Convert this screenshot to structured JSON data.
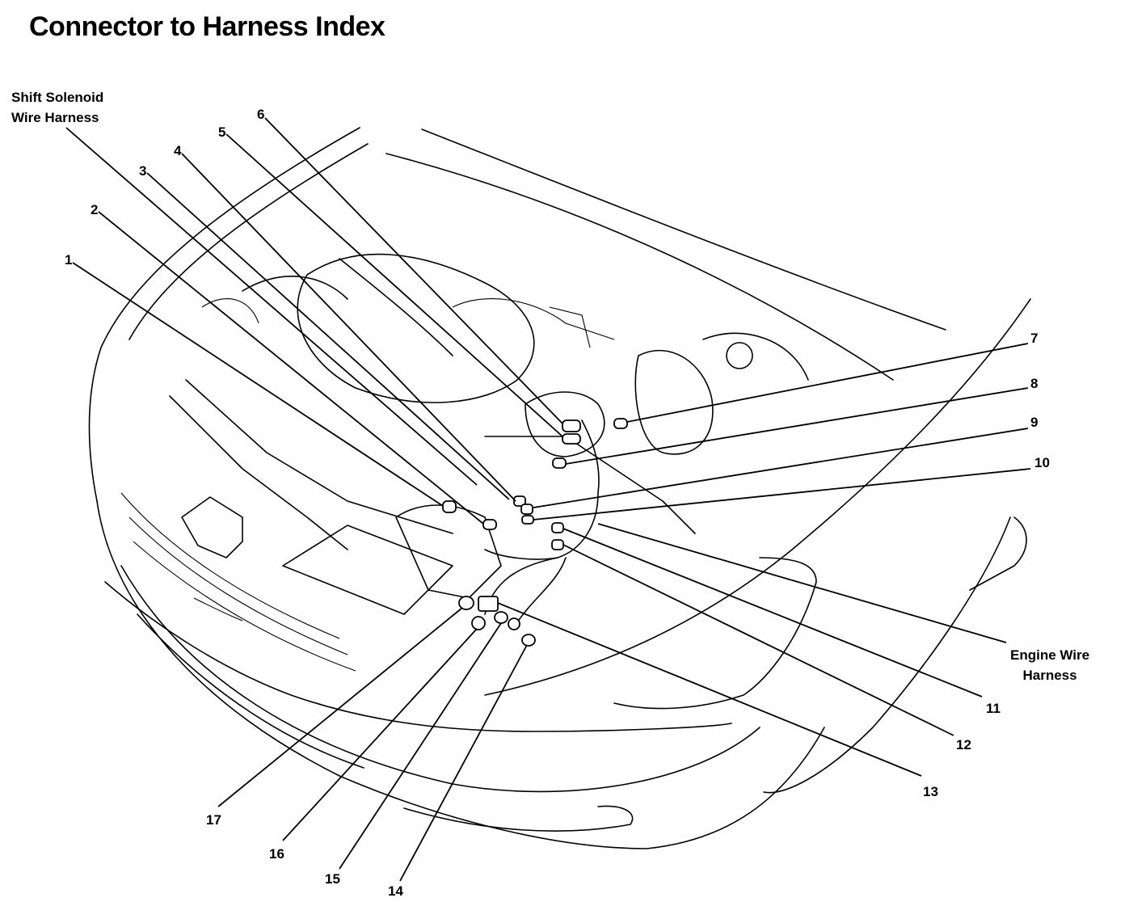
{
  "title": "Connector to Harness Index",
  "labels": {
    "shift_solenoid_line1": "Shift Solenoid",
    "shift_solenoid_line2": "Wire Harness",
    "engine_wire_line1": "Engine Wire",
    "engine_wire_line2": "Harness"
  },
  "callouts": [
    "1",
    "2",
    "3",
    "4",
    "5",
    "6",
    "7",
    "8",
    "9",
    "10",
    "11",
    "12",
    "13",
    "14",
    "15",
    "16",
    "17"
  ]
}
